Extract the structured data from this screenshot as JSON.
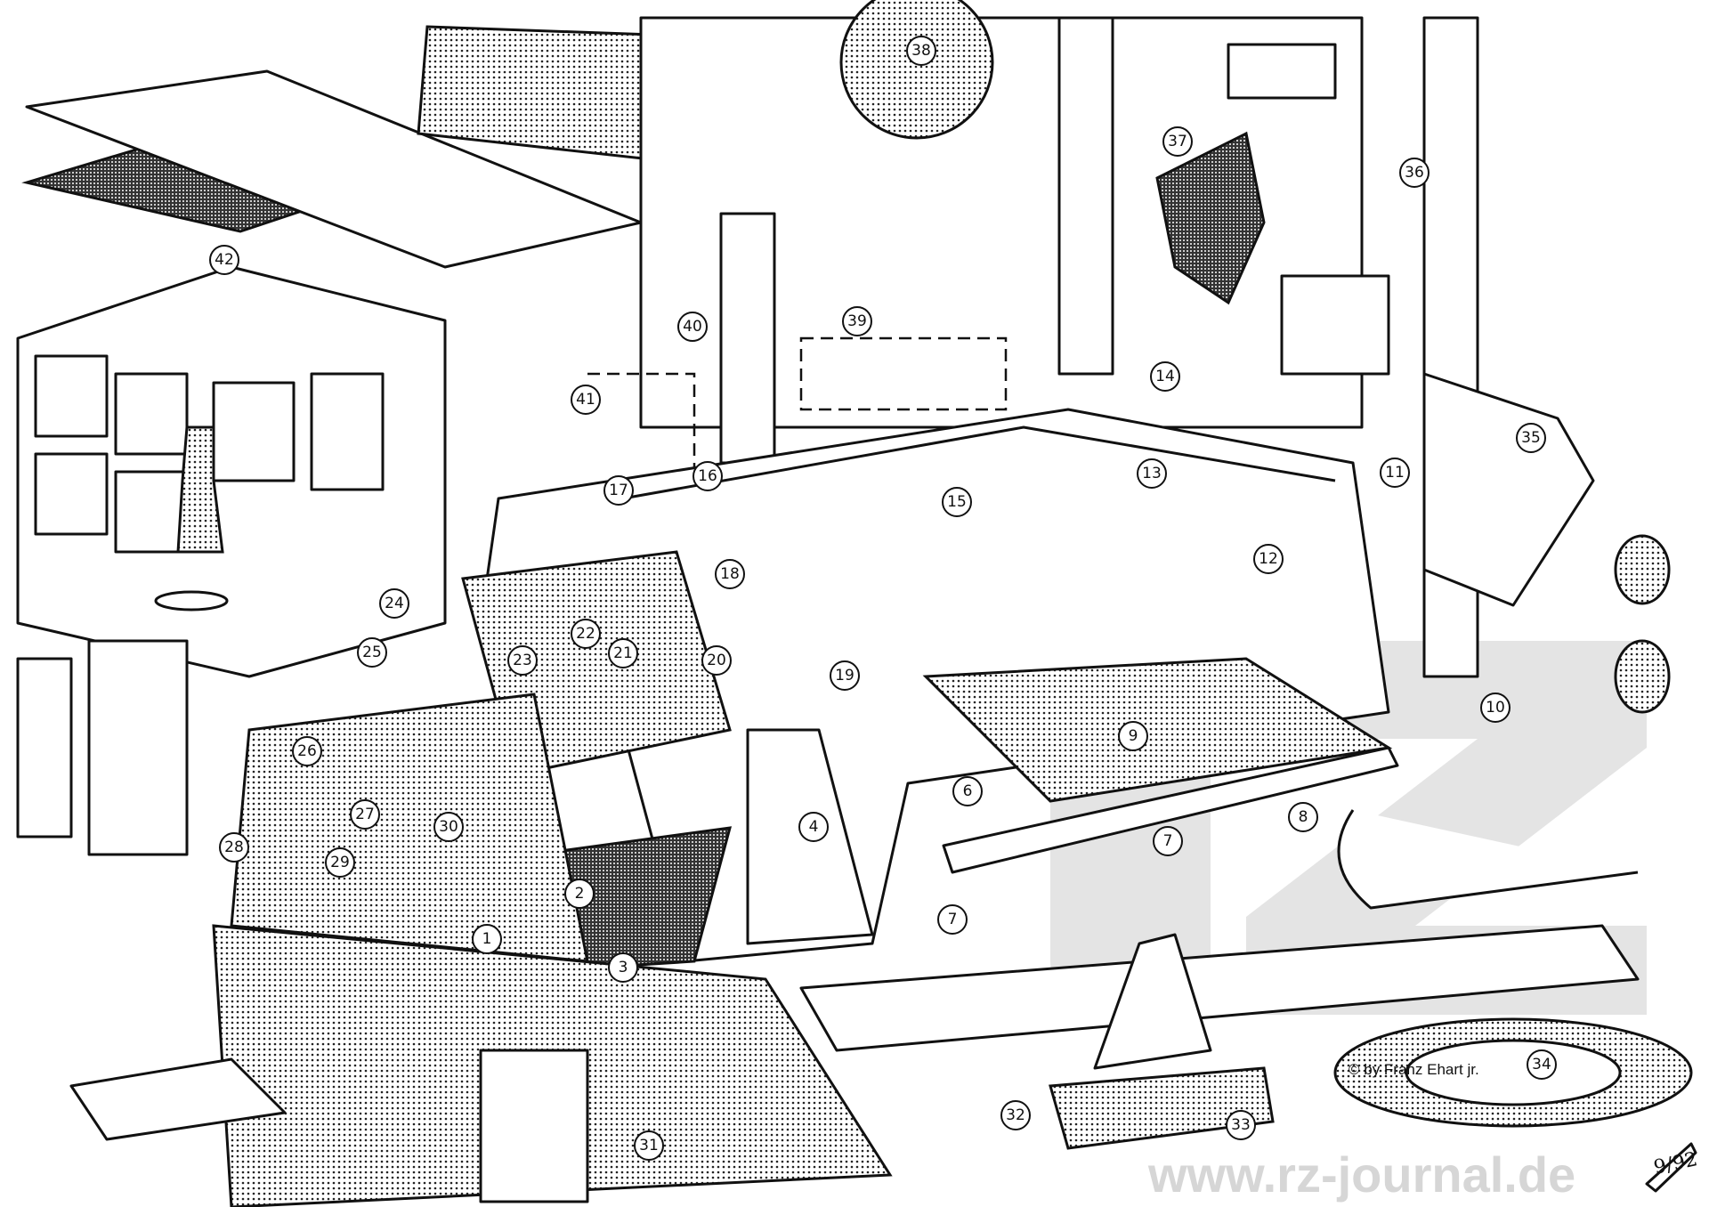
{
  "illustration": {
    "callouts": [
      "1",
      "2",
      "3",
      "4",
      "6",
      "7",
      "7",
      "8",
      "9",
      "10",
      "11",
      "12",
      "13",
      "14",
      "15",
      "16",
      "17",
      "18",
      "19",
      "20",
      "21",
      "22",
      "23",
      "24",
      "25",
      "26",
      "27",
      "28",
      "29",
      "30",
      "31",
      "32",
      "33",
      "34",
      "35",
      "36",
      "37",
      "38",
      "39",
      "40",
      "41",
      "42"
    ],
    "copyright": "© by Franz Ehart jr.",
    "watermark": "www.rz-journal.de",
    "watermark_logo": "rz",
    "signature": "9/92",
    "colors": {
      "ink": "#111111",
      "paper": "#ffffff",
      "watermark": "#d6d6d6"
    }
  }
}
